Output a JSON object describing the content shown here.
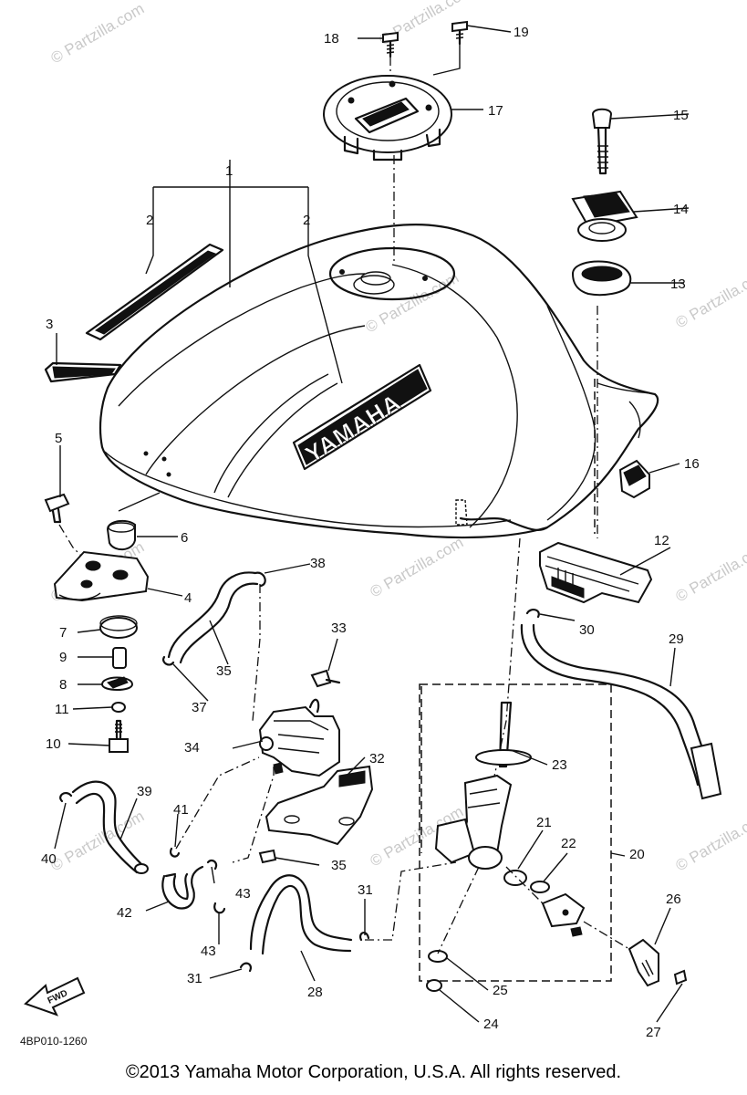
{
  "callouts": [
    "1",
    "2",
    "2",
    "3",
    "4",
    "5",
    "6",
    "7",
    "8",
    "9",
    "10",
    "11",
    "12",
    "13",
    "14",
    "15",
    "16",
    "17",
    "18",
    "19",
    "20",
    "21",
    "22",
    "23",
    "24",
    "25",
    "26",
    "27",
    "28",
    "29",
    "30",
    "31",
    "31",
    "32",
    "33",
    "34",
    "35",
    "35",
    "37",
    "38",
    "39",
    "40",
    "41",
    "42",
    "43",
    "43"
  ],
  "tank_brand": "YAMAHA",
  "fwd_label": "FWD",
  "diagram_code": "4BP010-1260",
  "watermark": "© Partzilla.com",
  "copyright": "©2013 Yamaha Motor Corporation, U.S.A. All rights reserved."
}
